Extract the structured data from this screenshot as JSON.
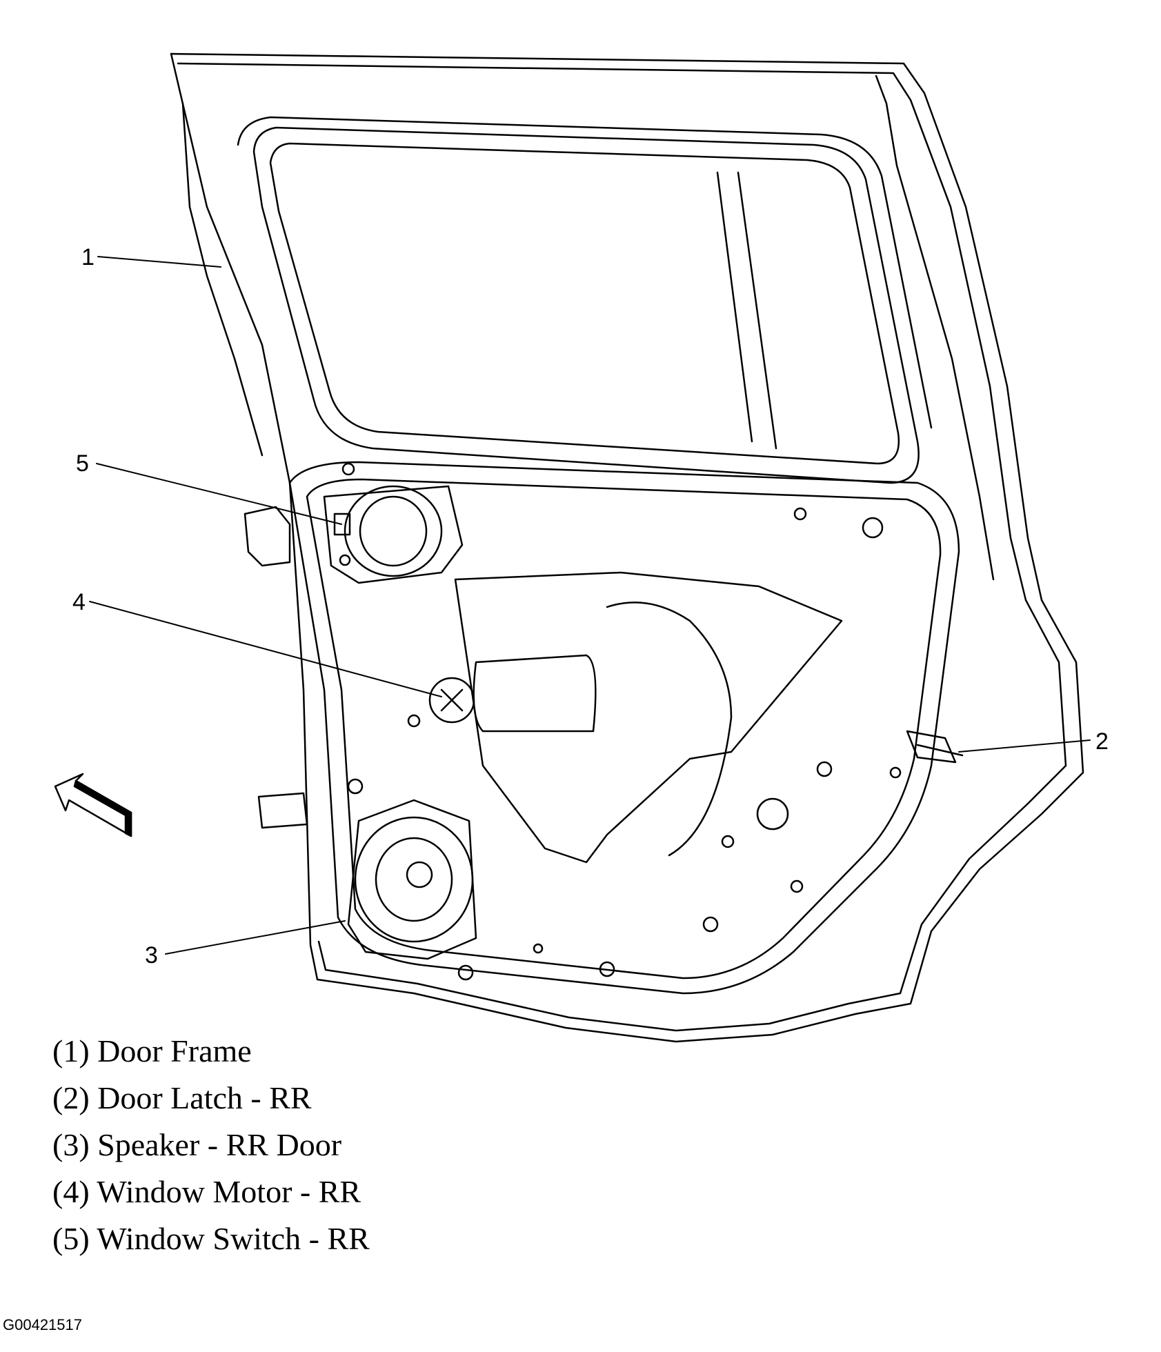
{
  "callouts": [
    {
      "number": "1"
    },
    {
      "number": "2"
    },
    {
      "number": "3"
    },
    {
      "number": "4"
    },
    {
      "number": "5"
    }
  ],
  "legend": [
    {
      "text": "(1) Door Frame"
    },
    {
      "text": "(2) Door Latch - RR"
    },
    {
      "text": "(3) Speaker - RR Door"
    },
    {
      "text": "(4) Window Motor - RR"
    },
    {
      "text": "(5) Window Switch - RR"
    }
  ],
  "figure_id": "G00421517",
  "colors": {
    "line": "#000000",
    "background": "#ffffff"
  }
}
